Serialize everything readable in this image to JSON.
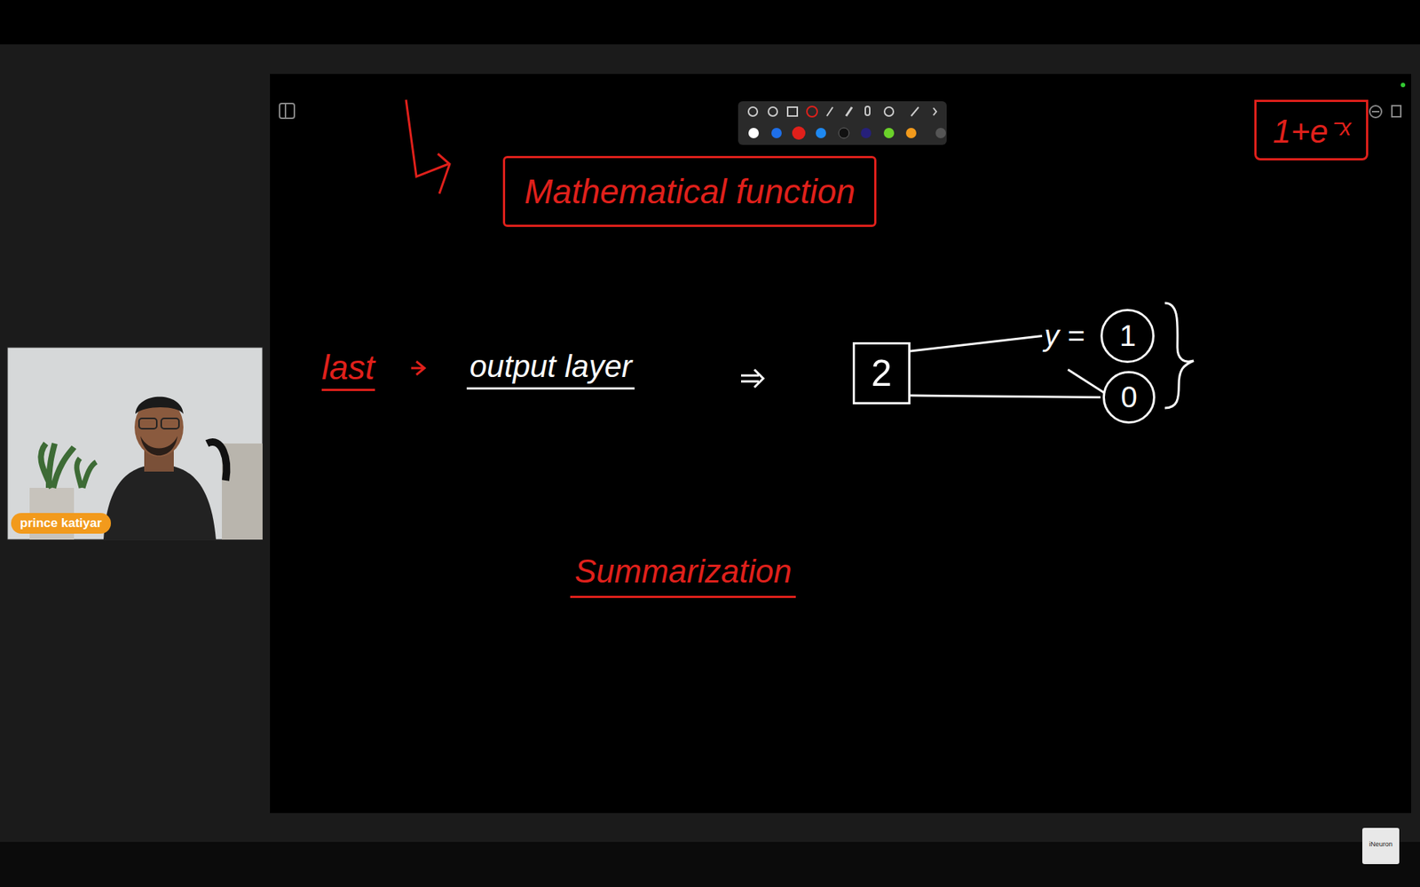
{
  "diagram": {
    "nodes": [
      {
        "text": [
          "Mathematical function"
        ]
      },
      {
        "text": [
          "1+e⁻ˣ"
        ]
      },
      {
        "text": [
          "2"
        ]
      },
      {
        "text": [
          "y =",
          "1"
        ]
      },
      {
        "text": [
          "0"
        ]
      }
    ],
    "edges": [
      {
        "from": 2,
        "to": 3,
        "arrow": "none"
      },
      {
        "from": 2,
        "to": 4,
        "arrow": "none"
      }
    ],
    "labels": [
      "last",
      "output layer",
      "Summarization",
      "prince katiyar",
      "iNeuron"
    ]
  }
}
